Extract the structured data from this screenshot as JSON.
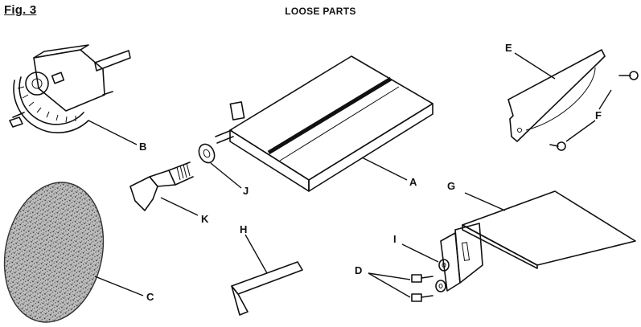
{
  "figure": {
    "label": "Fig. 3",
    "title": "LOOSE PARTS"
  },
  "callouts": {
    "A": "A",
    "B": "B",
    "C": "C",
    "D": "D",
    "E": "E",
    "F": "F",
    "G": "G",
    "H": "H",
    "I": "I",
    "J": "J",
    "K": "K"
  },
  "colors": {
    "line": "#111111",
    "background": "#ffffff",
    "sanding_disc": "#9a9a9a"
  }
}
